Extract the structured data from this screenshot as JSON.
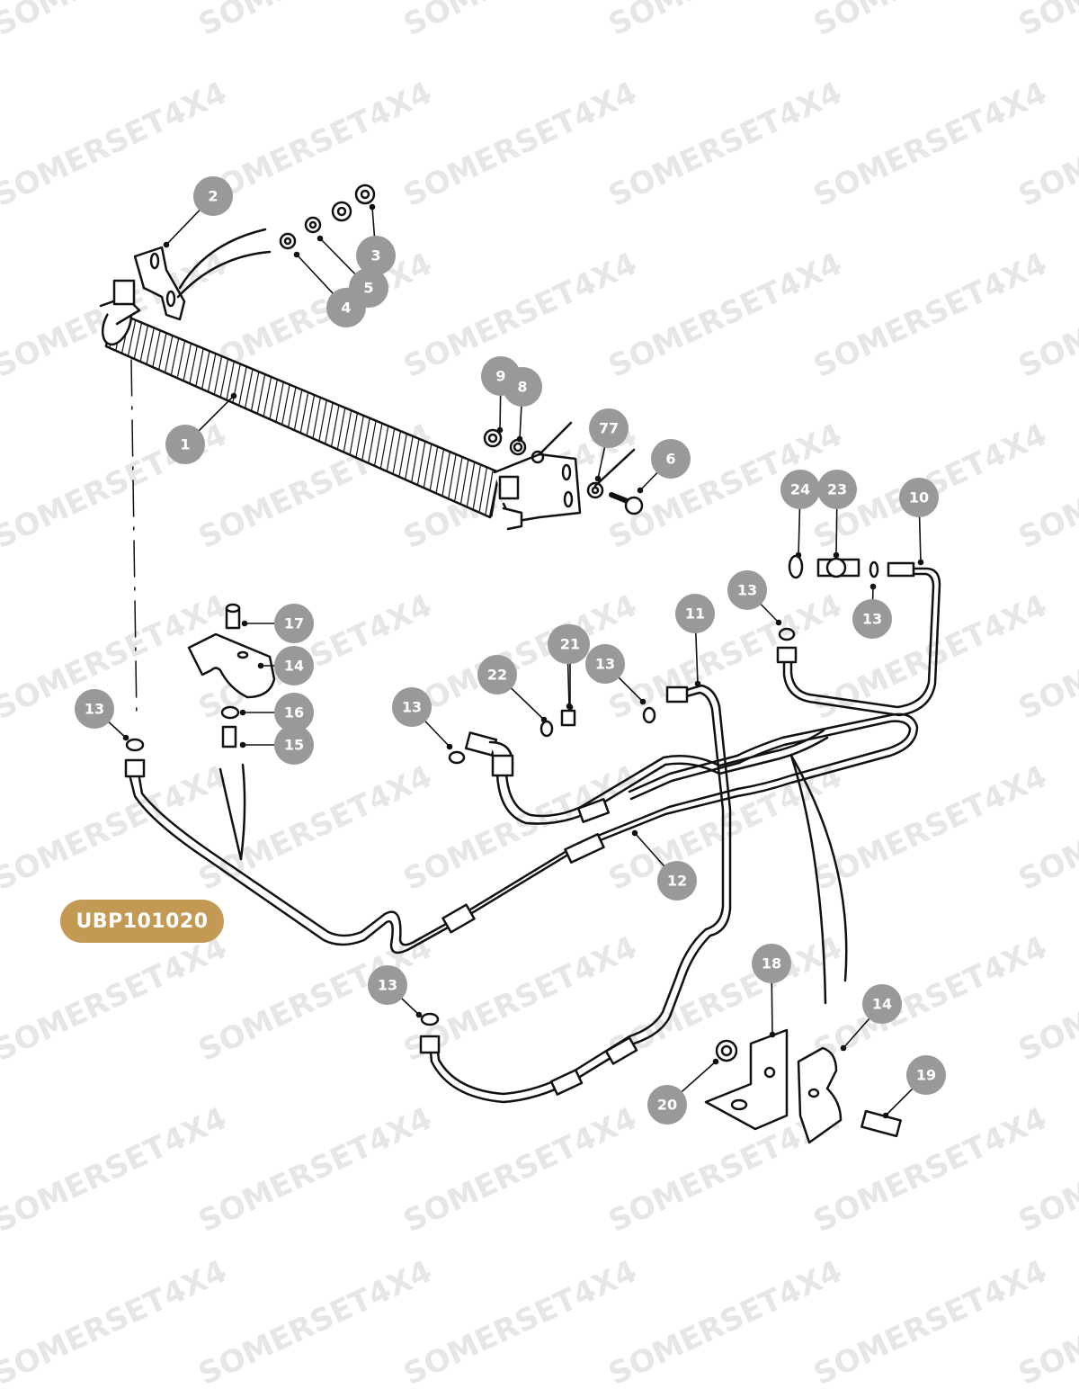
{
  "watermark": {
    "text": "SOMERSET4X4"
  },
  "diagram_code": "UBP101020",
  "callouts": [
    {
      "label": "1"
    },
    {
      "label": "2"
    },
    {
      "label": "3"
    },
    {
      "label": "4"
    },
    {
      "label": "5"
    },
    {
      "label": "6"
    },
    {
      "label": "77"
    },
    {
      "label": "8"
    },
    {
      "label": "9"
    },
    {
      "label": "10"
    },
    {
      "label": "11"
    },
    {
      "label": "12"
    },
    {
      "label": "13"
    },
    {
      "label": "13"
    },
    {
      "label": "13"
    },
    {
      "label": "13"
    },
    {
      "label": "13"
    },
    {
      "label": "13"
    },
    {
      "label": "13"
    },
    {
      "label": "14"
    },
    {
      "label": "14"
    },
    {
      "label": "15"
    },
    {
      "label": "16"
    },
    {
      "label": "17"
    },
    {
      "label": "18"
    },
    {
      "label": "19"
    },
    {
      "label": "20"
    },
    {
      "label": "21"
    },
    {
      "label": "22"
    },
    {
      "label": "23"
    },
    {
      "label": "24"
    }
  ],
  "colors": {
    "callout_fill": "#999999",
    "callout_text": "#ffffff",
    "code_badge": "#c39a53",
    "line": "#111111",
    "watermark": "#e6e6e6"
  }
}
